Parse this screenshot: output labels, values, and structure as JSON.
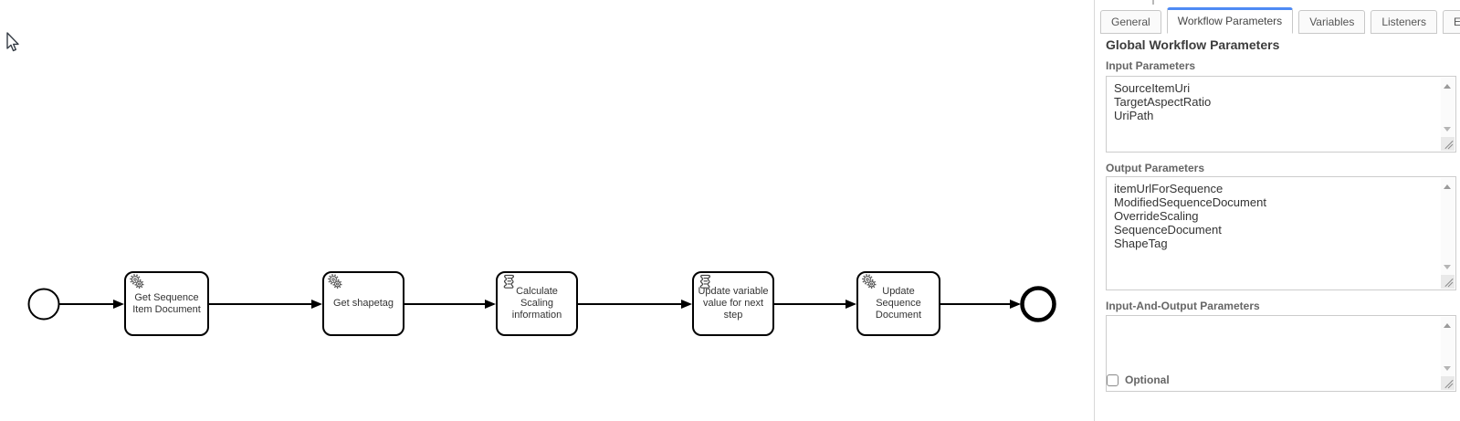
{
  "diagram": {
    "start_event": {
      "type": "start"
    },
    "end_event": {
      "type": "end"
    },
    "tasks": [
      {
        "label": "Get Sequence\nItem Document",
        "icon": "service-gears-icon"
      },
      {
        "label": "Get shapetag",
        "icon": "service-gears-icon"
      },
      {
        "label": "Calculate\nScaling\ninformation",
        "icon": "script-icon"
      },
      {
        "label": "Update variable\nvalue for next\nstep",
        "icon": "script-icon"
      },
      {
        "label": "Update\nSequence\nDocument",
        "icon": "service-gears-icon"
      }
    ]
  },
  "panel": {
    "tabs": [
      {
        "label": "General",
        "active": false
      },
      {
        "label": "Workflow Parameters",
        "active": true
      },
      {
        "label": "Variables",
        "active": false
      },
      {
        "label": "Listeners",
        "active": false
      },
      {
        "label": "Extensions",
        "active": false
      }
    ],
    "heading": "Global Workflow Parameters",
    "sections": [
      {
        "label": "Input Parameters",
        "value": "SourceItemUri\nTargetAspectRatio\nUriPath"
      },
      {
        "label": "Output Parameters",
        "value": "itemUrlForSequence\nModifiedSequenceDocument\nOverrideScaling\nSequenceDocument\nShapeTag"
      },
      {
        "label": "Input-And-Output Parameters",
        "value": ""
      }
    ],
    "optional": {
      "label": "Optional",
      "checked": false
    }
  },
  "colors": {
    "active_tab_accent": "#4e8af4",
    "diagram_stroke": "#000000",
    "panel_border": "#d8d8d8"
  }
}
